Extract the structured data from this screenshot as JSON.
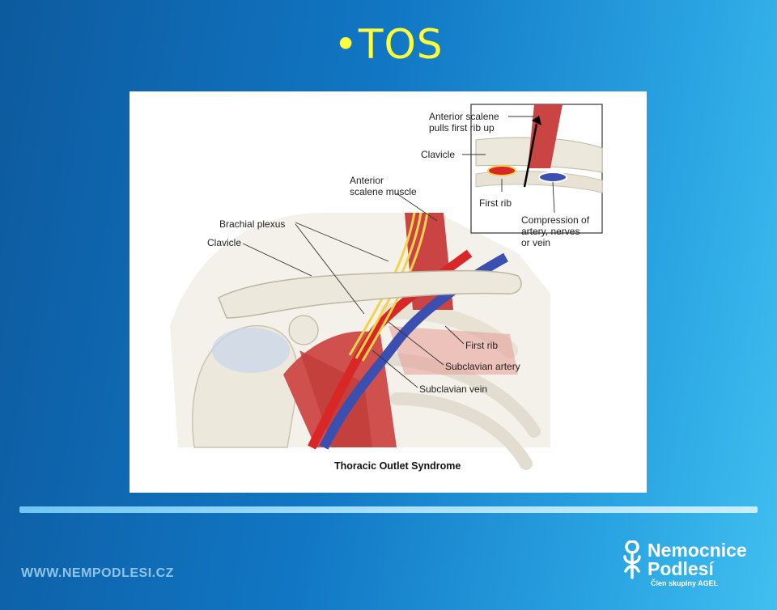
{
  "slide": {
    "title": "•TOS"
  },
  "figure": {
    "caption": "Thoracic Outlet Syndrome",
    "labels": {
      "brachial_plexus": "Brachial plexus",
      "clavicle": "Clavicle",
      "anterior_scalene_1": "Anterior",
      "anterior_scalene_2": "scalene muscle",
      "first_rib": "First rib",
      "subclavian_artery": "Subclavian artery",
      "subclavian_vein": "Subclavian vein"
    },
    "inset": {
      "anterior_scalene_1": "Anterior scalene",
      "anterior_scalene_2": "pulls first rib up",
      "clavicle": "Clavicle",
      "first_rib": "First rib",
      "compression_1": "Compression of",
      "compression_2": "artery, nerves",
      "compression_3": "or vein"
    }
  },
  "footer": {
    "website": "WWW.NEMPODLESI.CZ",
    "logo_line1": "Nemocnice",
    "logo_line2": "Podlesí",
    "logo_sub": "Člen skupiny AGEL"
  },
  "colors": {
    "title": "#ffff3b",
    "muscle": "#d94a4a",
    "artery": "#e02222",
    "vein": "#3a4fb0",
    "nerve": "#f2d34a",
    "bone": "#ece9dc"
  }
}
